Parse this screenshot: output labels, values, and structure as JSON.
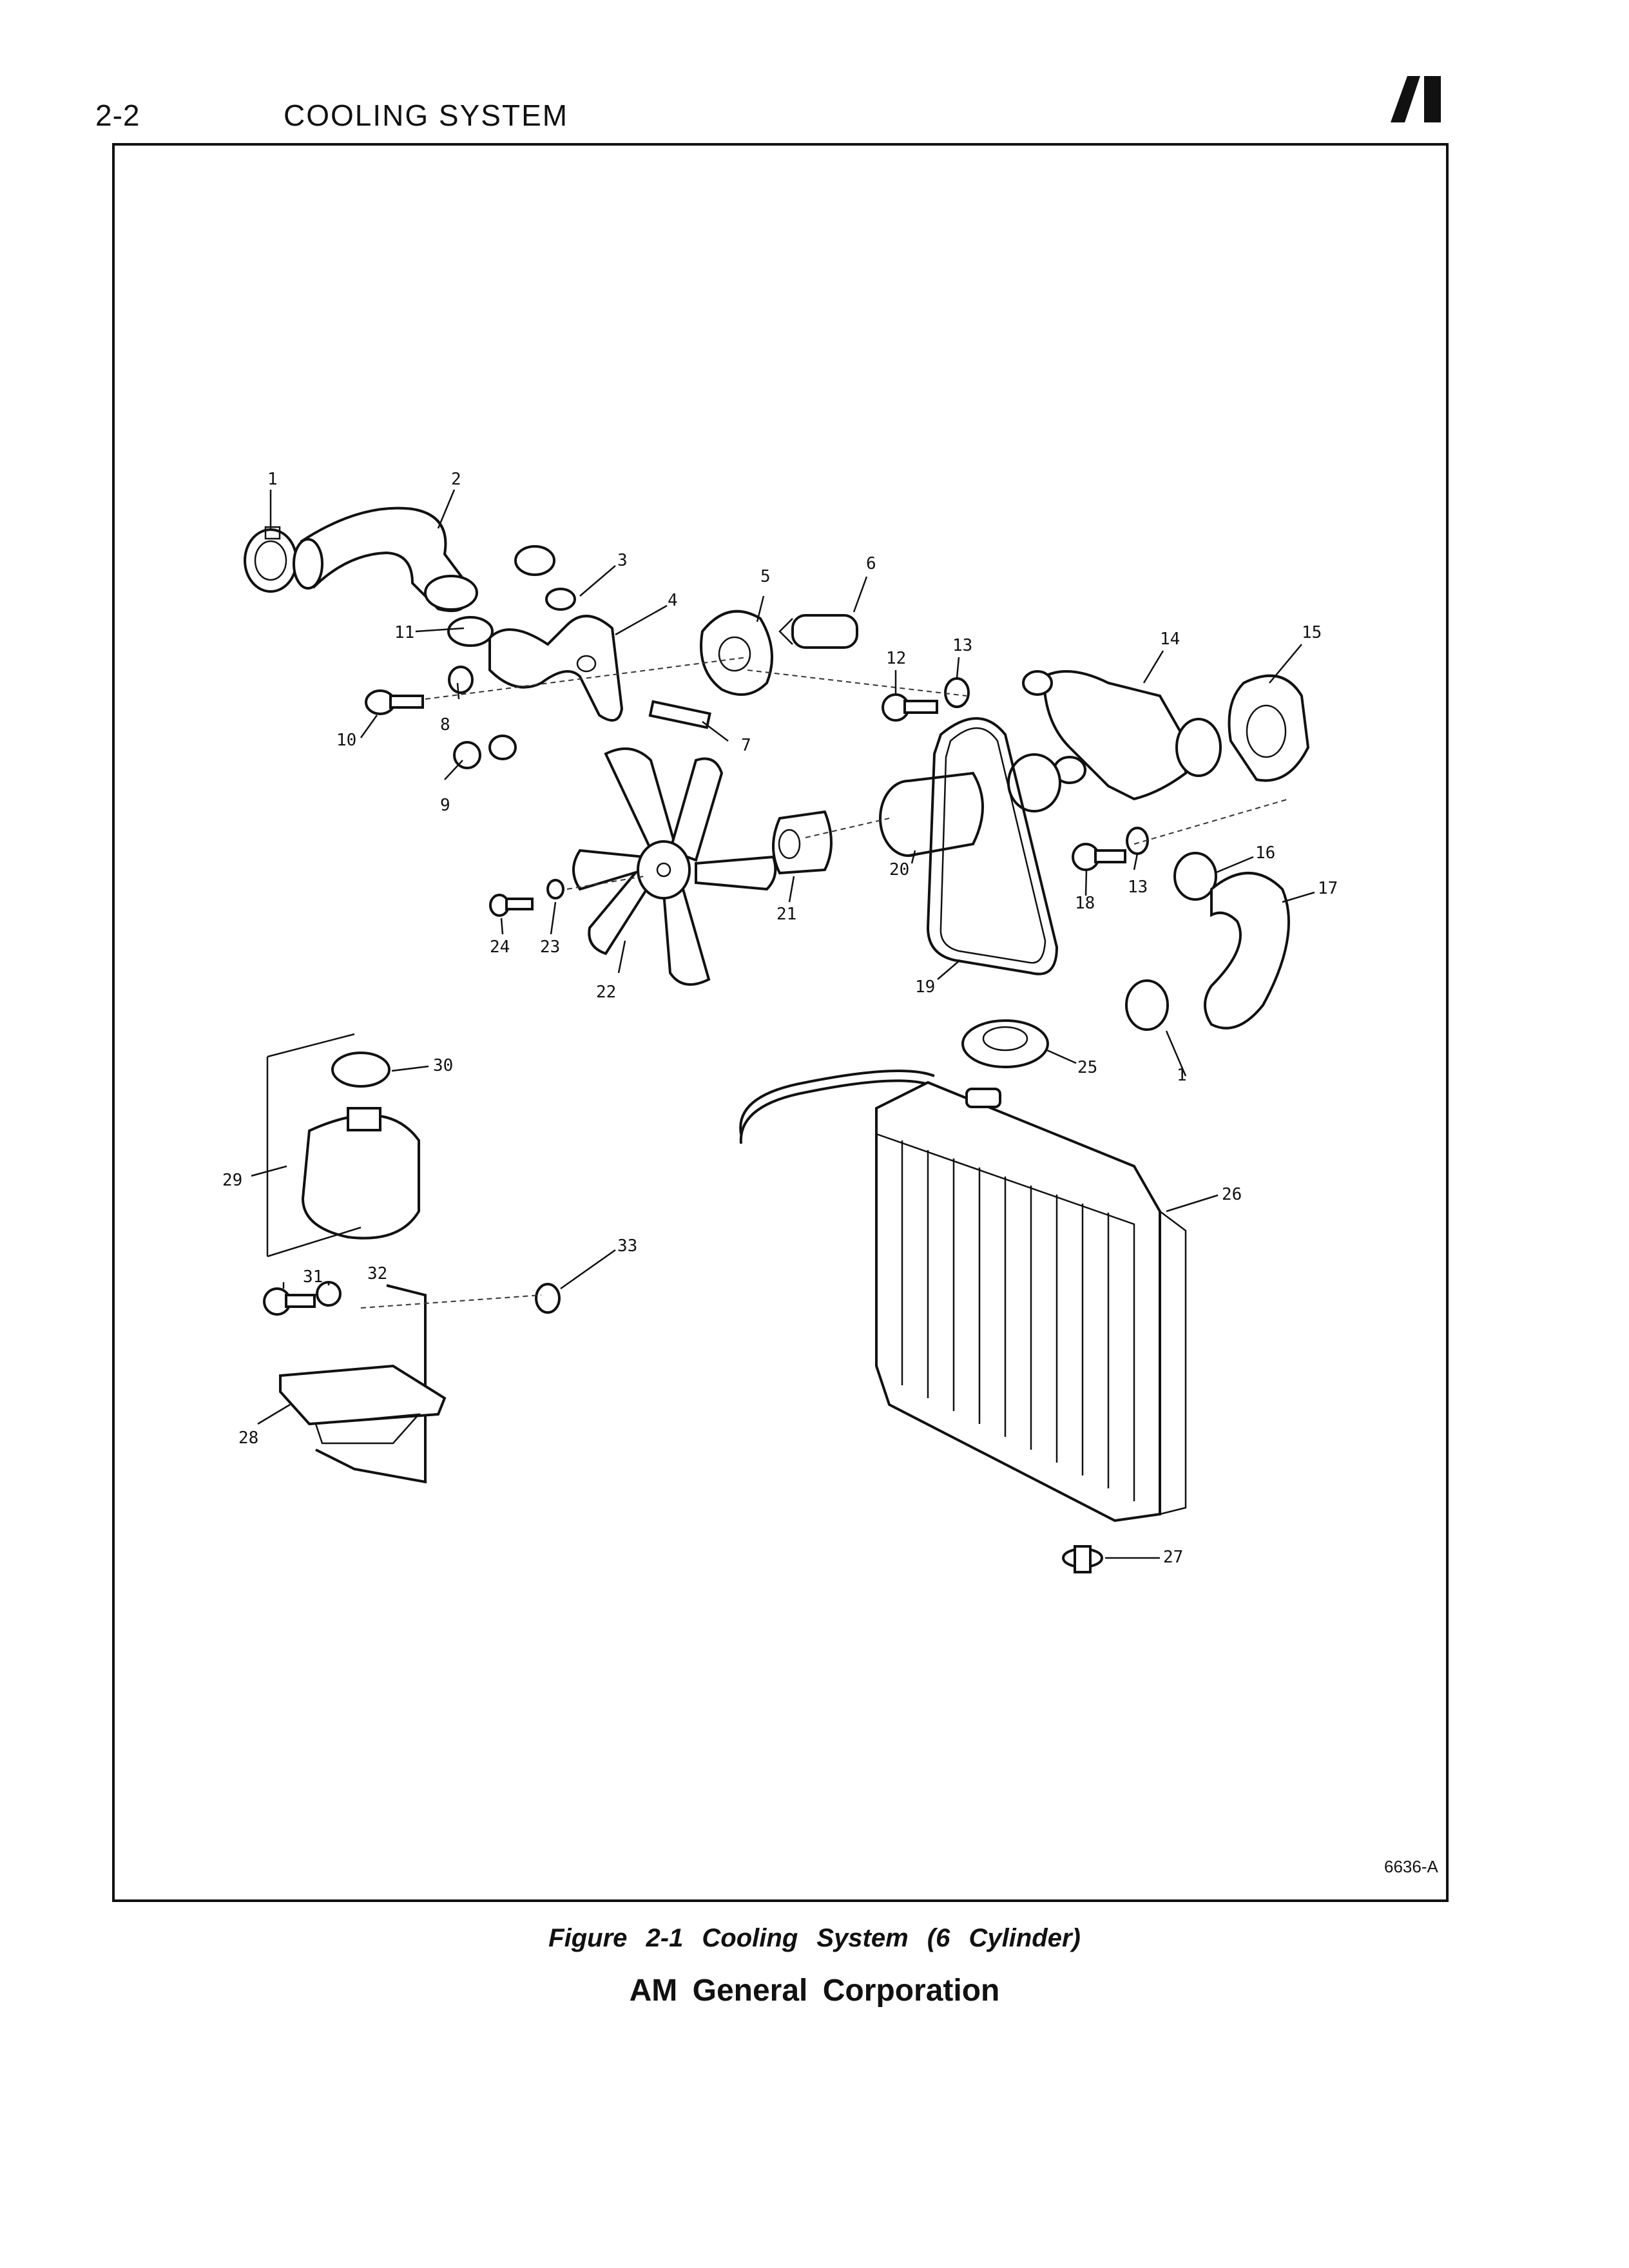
{
  "header": {
    "page_number": "2-2",
    "section_title": "COOLING SYSTEM"
  },
  "figure": {
    "code": "6636-A",
    "caption": "Figure 2-1    Cooling System (6 Cylinder)",
    "callouts": [
      "1",
      "2",
      "3",
      "4",
      "5",
      "6",
      "7",
      "8",
      "9",
      "10",
      "11",
      "12",
      "13",
      "14",
      "15",
      "16",
      "17",
      "18",
      "19",
      "20",
      "21",
      "22",
      "23",
      "24",
      "25",
      "26",
      "27",
      "28",
      "29",
      "30",
      "31",
      "32",
      "33"
    ]
  },
  "footer": {
    "publisher": "AM General Corporation"
  }
}
